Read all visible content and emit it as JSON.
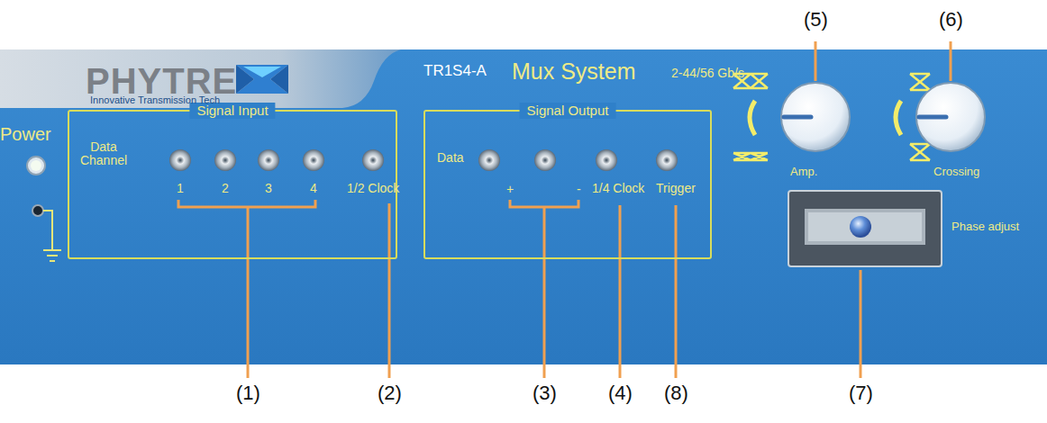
{
  "diagram": {
    "nodes": [
      {
        "text": [
          "Signal Input"
        ]
      },
      {
        "text": [
          "Signal Output"
        ]
      }
    ],
    "labels": [
      "PHYTRE",
      "Innovative Transmission Tech",
      "TR1S4-A",
      "Mux System",
      "2-44/56 Gb/s",
      "(5)",
      "(6)",
      "Power",
      "Data Channel",
      "1",
      "2",
      "3",
      "4",
      "1/2 Clock",
      "Data",
      "+",
      "-",
      "1/4 Clock",
      "Trigger",
      "Amp.",
      "Crossing",
      "Phase adjust",
      "(1)",
      "(2)",
      "(3)",
      "(4)",
      "(8)",
      "(7)"
    ]
  }
}
